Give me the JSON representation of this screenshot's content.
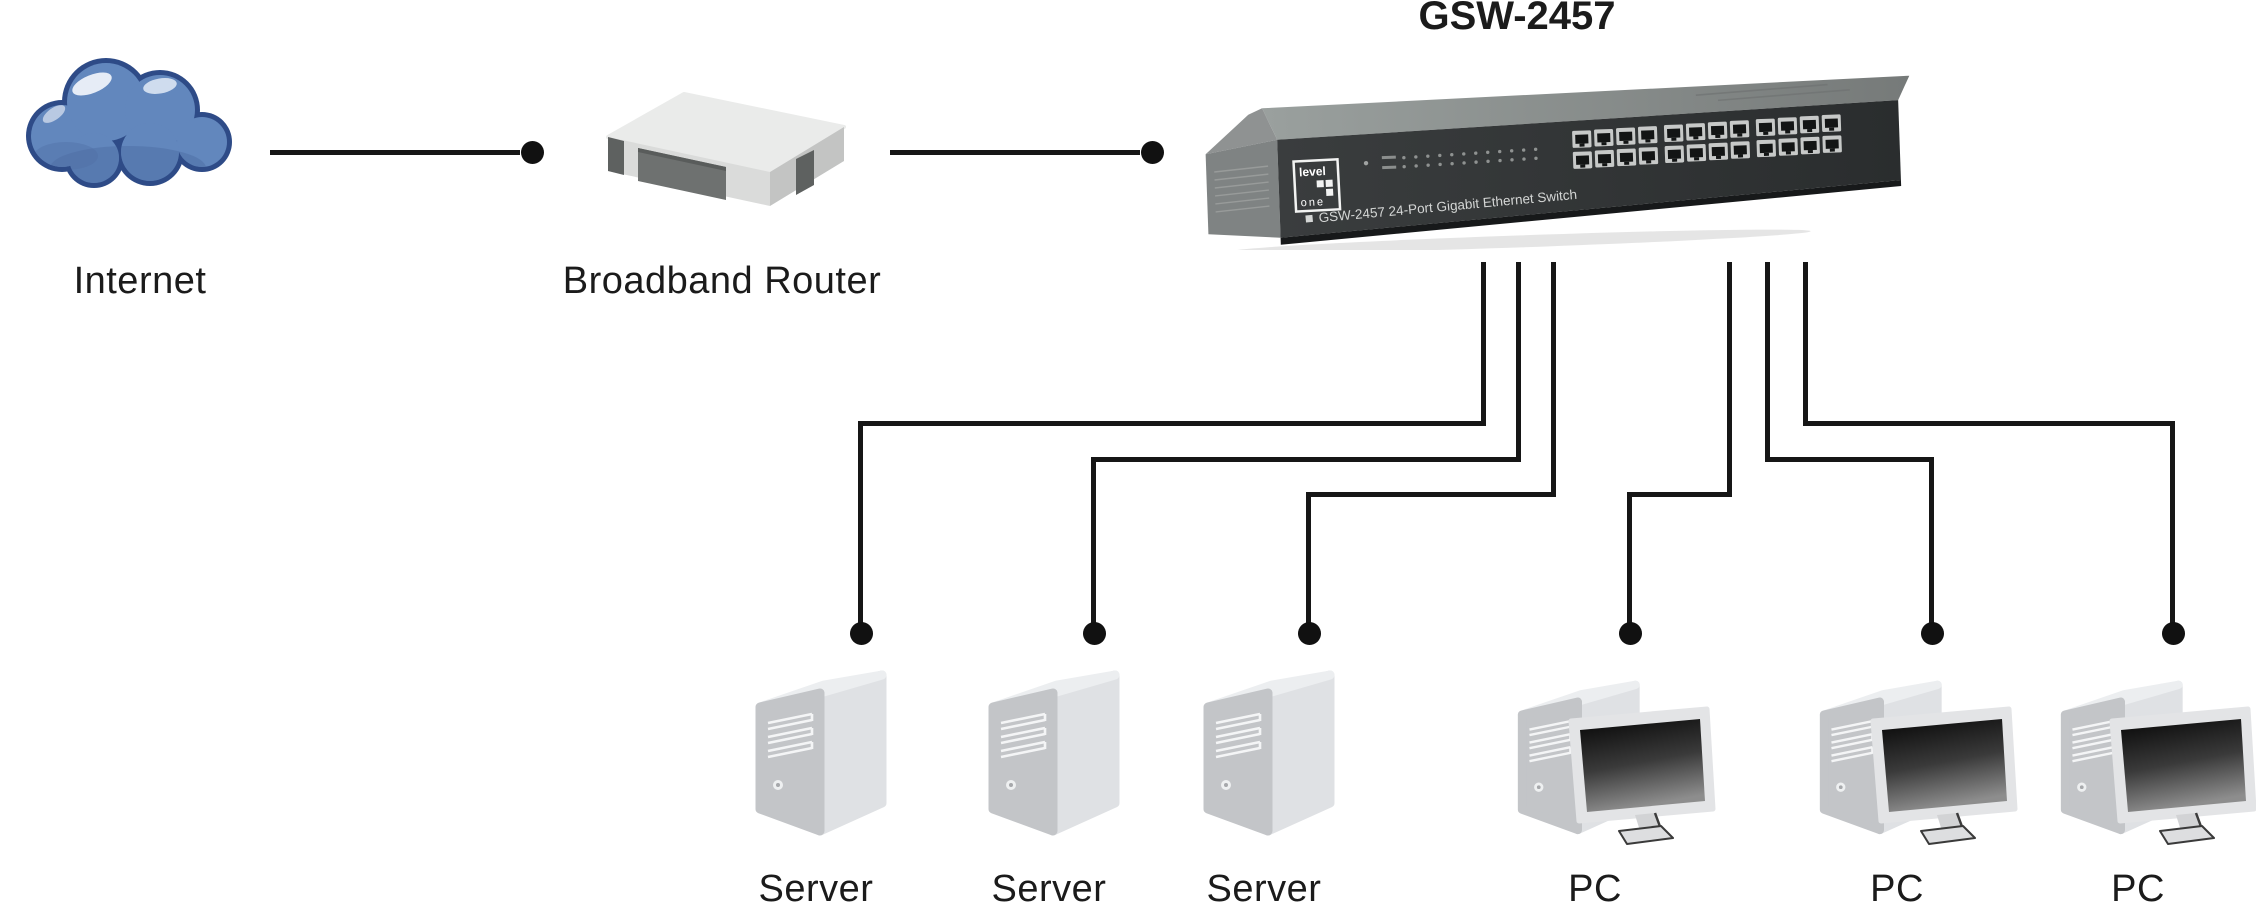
{
  "diagram_title": "GSW-2457",
  "internet": {
    "label": "Internet"
  },
  "router": {
    "label": "Broadband Router"
  },
  "switch": {
    "name": "GSW-2457",
    "front_label": "GSW-2457 24-Port Gigabit Ethernet Switch",
    "brand": {
      "top": "level",
      "bottom": "one"
    },
    "ports": {
      "groups": 3,
      "per_group": 8,
      "total": 24
    }
  },
  "servers": [
    {
      "label": "Server"
    },
    {
      "label": "Server"
    },
    {
      "label": "Server"
    }
  ],
  "pcs": [
    {
      "label": "PC"
    },
    {
      "label": "PC"
    },
    {
      "label": "PC"
    }
  ],
  "connections": [
    "internet - broadband router",
    "broadband router - gsw-2457 switch",
    "gsw-2457 switch - server 1",
    "gsw-2457 switch - server 2",
    "gsw-2457 switch - server 3",
    "gsw-2457 switch - pc 1",
    "gsw-2457 switch - pc 2",
    "gsw-2457 switch - pc 3"
  ],
  "colors": {
    "line": "#161616",
    "cloud_fill": "#6287bd",
    "cloud_outline": "#2e4b87",
    "cloud_highlight": "#e6ecf6",
    "switch_front": "#303334",
    "switch_top": "#8f9291",
    "router_panel": "#6e7170",
    "device_front": "#c3c5c8",
    "device_side": "#dfe1e4"
  }
}
